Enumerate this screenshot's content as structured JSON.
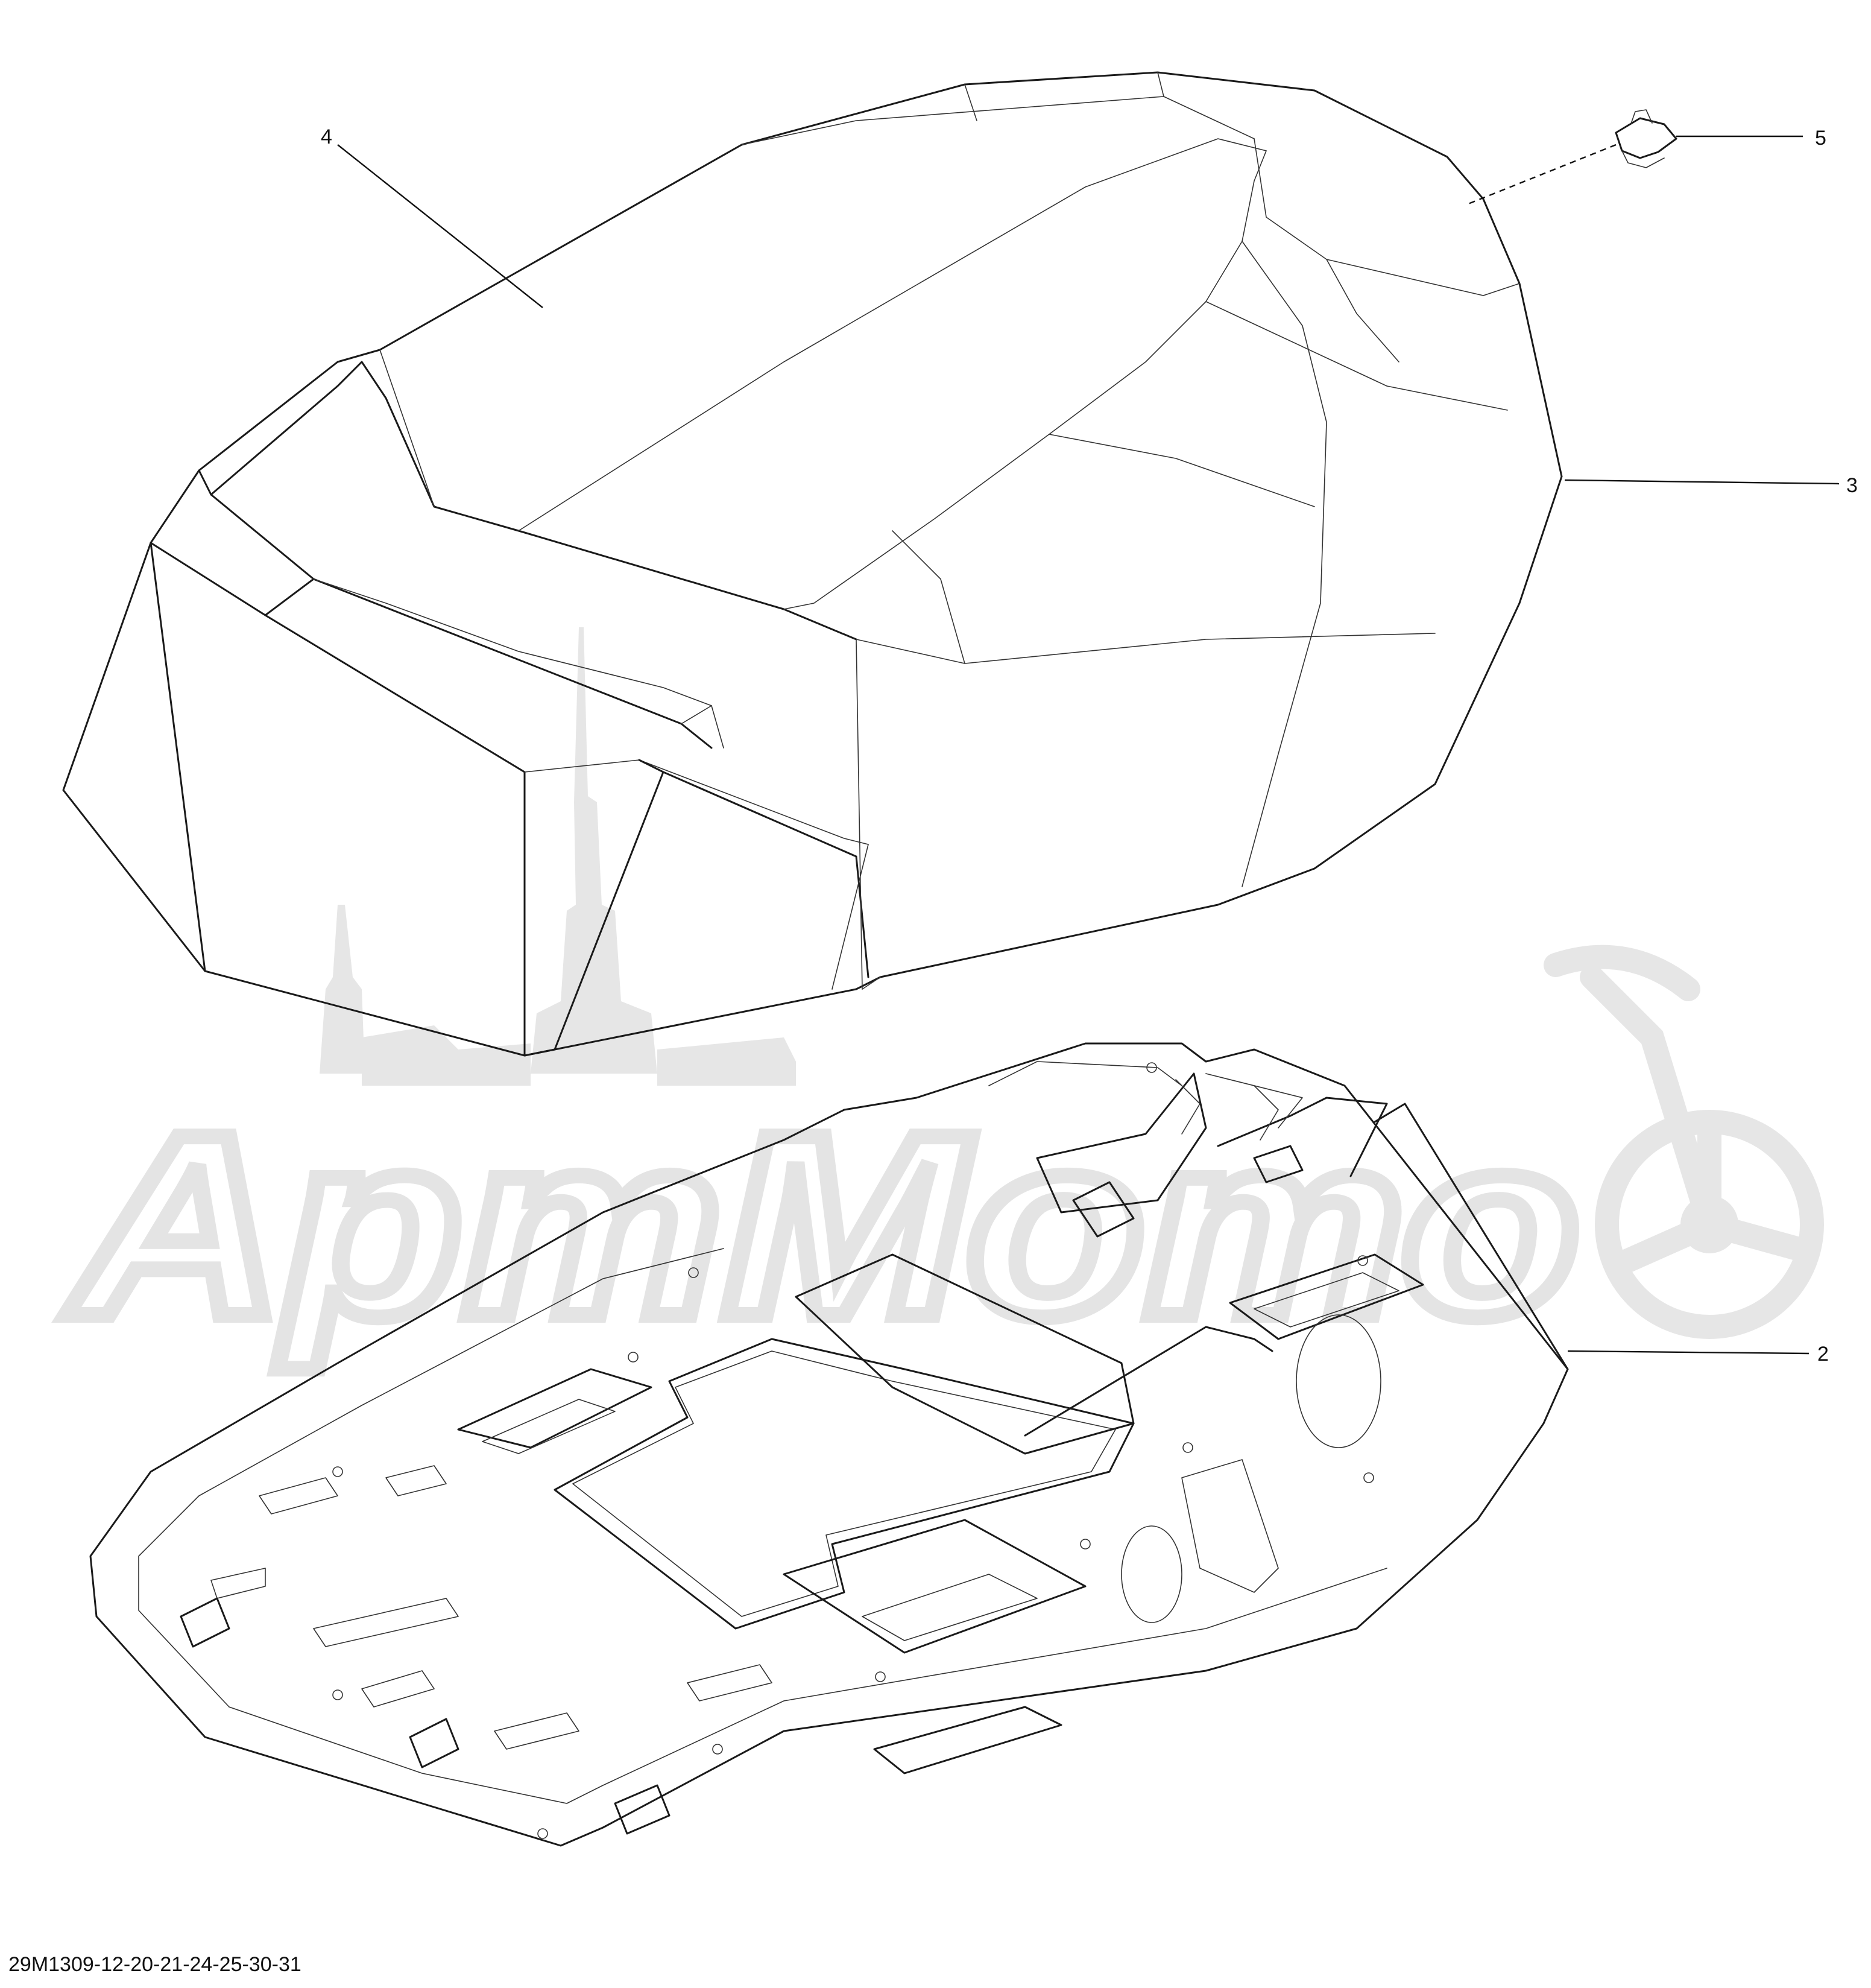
{
  "callouts": [
    {
      "id": "4",
      "label": "4"
    },
    {
      "id": "5",
      "label": "5"
    },
    {
      "id": "3",
      "label": "3"
    },
    {
      "id": "2",
      "label": "2"
    }
  ],
  "diagram_code": "29M1309-12-20-21-24-25-30-31",
  "watermark": {
    "text": "АртМото",
    "color": "#cfcfcf"
  }
}
